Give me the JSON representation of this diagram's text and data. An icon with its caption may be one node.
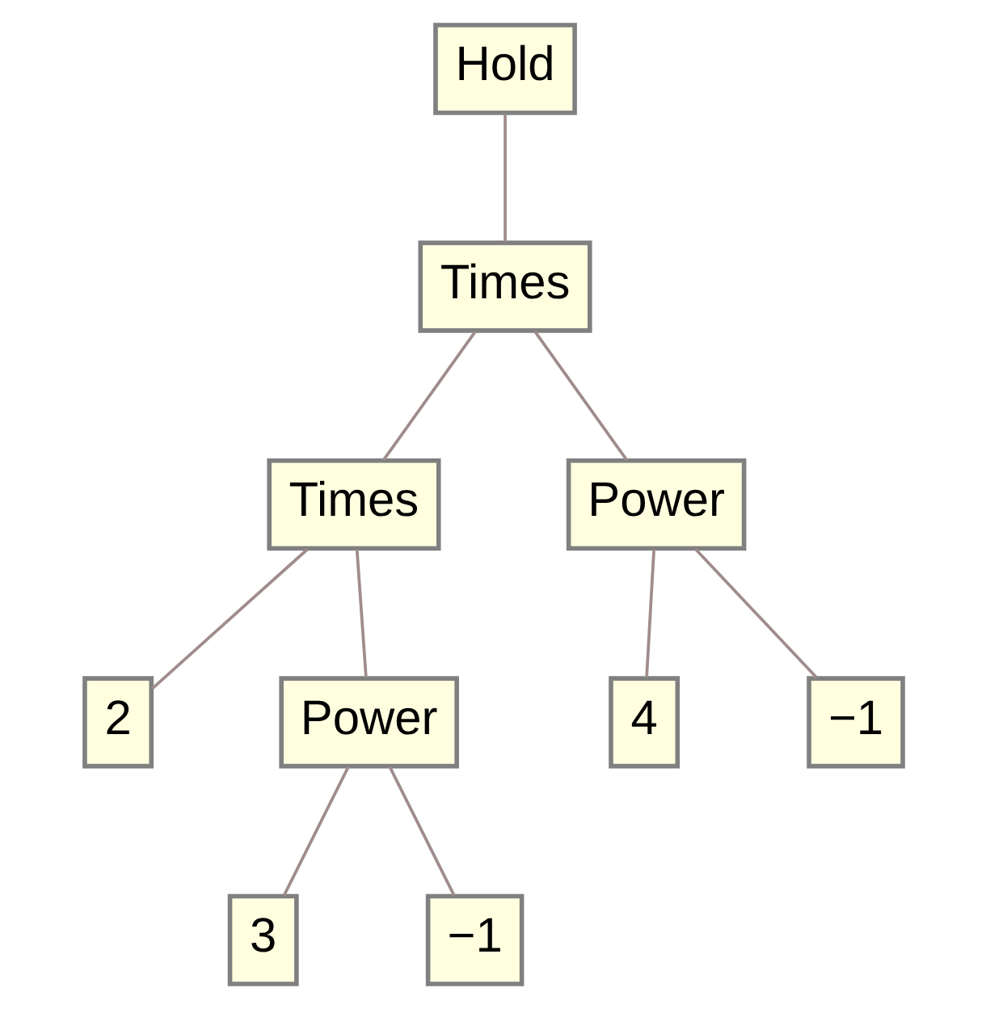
{
  "diagram": {
    "nodes": [
      {
        "text": [
          "Hold"
        ]
      },
      {
        "text": [
          "Times"
        ]
      },
      {
        "text": [
          "Times"
        ]
      },
      {
        "text": [
          "Power"
        ]
      },
      {
        "text": [
          "2"
        ]
      },
      {
        "text": [
          "Power"
        ]
      },
      {
        "text": [
          "4"
        ]
      },
      {
        "text": [
          "−1"
        ]
      },
      {
        "text": [
          "3"
        ]
      },
      {
        "text": [
          "−1"
        ]
      }
    ],
    "edges": [
      {
        "from": 0,
        "to": 1,
        "arrow": "none"
      },
      {
        "from": 1,
        "to": 2,
        "arrow": "none"
      },
      {
        "from": 1,
        "to": 3,
        "arrow": "none"
      },
      {
        "from": 2,
        "to": 4,
        "arrow": "none"
      },
      {
        "from": 2,
        "to": 5,
        "arrow": "none"
      },
      {
        "from": 3,
        "to": 6,
        "arrow": "none"
      },
      {
        "from": 3,
        "to": 7,
        "arrow": "none"
      },
      {
        "from": 5,
        "to": 8,
        "arrow": "none"
      },
      {
        "from": 5,
        "to": 9,
        "arrow": "none"
      }
    ]
  }
}
